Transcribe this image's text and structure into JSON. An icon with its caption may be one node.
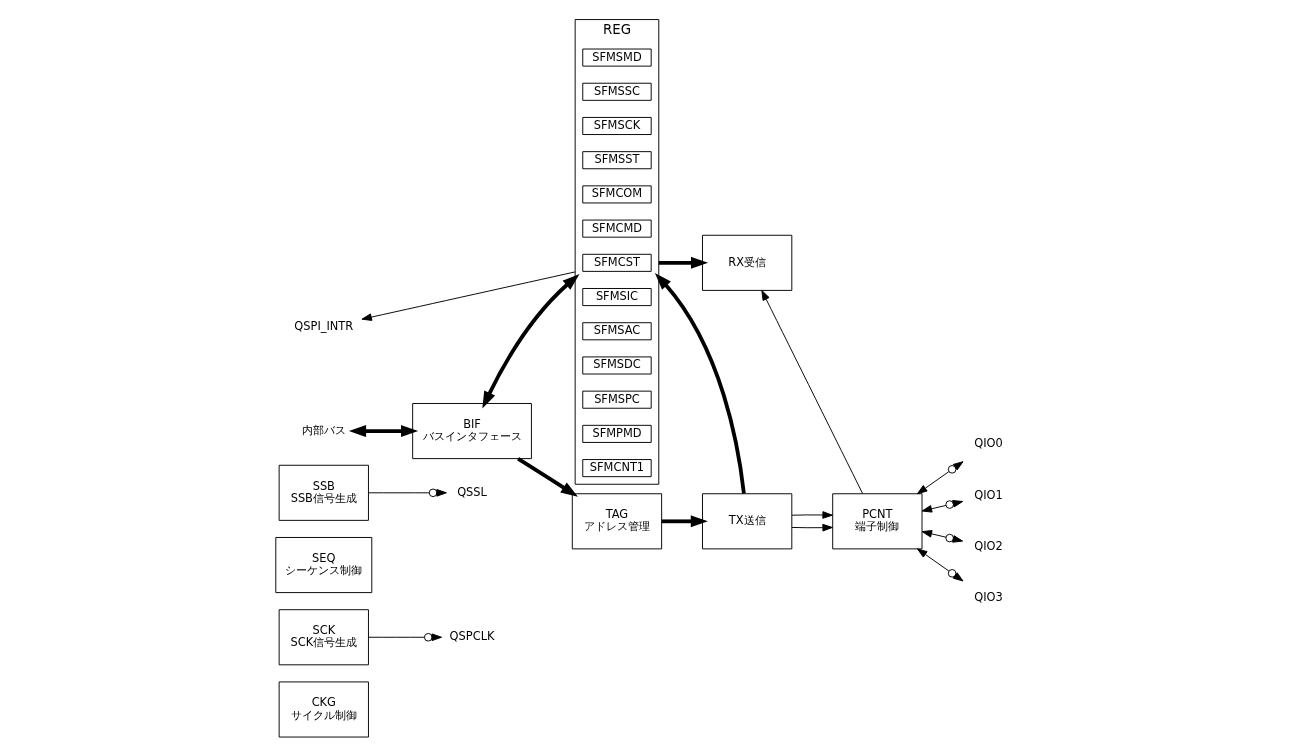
{
  "diagram": {
    "nodes": [
      {
        "text": [
          "CKG",
          "サイクル制御"
        ]
      },
      {
        "text": [
          "SCK",
          "SCK信号生成"
        ]
      },
      {
        "text": [
          "QSPCLK"
        ]
      },
      {
        "text": [
          "SEQ",
          "シーケンス制御"
        ]
      },
      {
        "text": [
          "SSB",
          "SSB信号生成"
        ]
      },
      {
        "text": [
          "QSSL"
        ]
      },
      {
        "text": [
          "QSPI_INTR"
        ]
      },
      {
        "text": [
          "REG"
        ]
      },
      {
        "text": [
          "SFMSMD"
        ],
        "in": 7
      },
      {
        "text": [
          "SFMSSC"
        ],
        "in": 7
      },
      {
        "text": [
          "SFMSCK"
        ],
        "in": 7
      },
      {
        "text": [
          "SFMSST"
        ],
        "in": 7
      },
      {
        "text": [
          "SFMCOM"
        ],
        "in": 7
      },
      {
        "text": [
          "SFMCMD"
        ],
        "in": 7
      },
      {
        "text": [
          "SFMCST"
        ],
        "in": 7
      },
      {
        "text": [
          "SFMSIC"
        ],
        "in": 7
      },
      {
        "text": [
          "SFMSAC"
        ],
        "in": 7
      },
      {
        "text": [
          "SFMSDC"
        ],
        "in": 7
      },
      {
        "text": [
          "SFMSPC"
        ],
        "in": 7
      },
      {
        "text": [
          "SFMPMD"
        ],
        "in": 7
      },
      {
        "text": [
          "SFMCNT1"
        ],
        "in": 7
      },
      {
        "text": [
          "RX受信"
        ]
      },
      {
        "text": [
          "PCNT",
          "端子制御"
        ]
      },
      {
        "text": [
          "QIO0"
        ]
      },
      {
        "text": [
          "QIO1"
        ]
      },
      {
        "text": [
          "QIO2"
        ]
      },
      {
        "text": [
          "QIO3"
        ]
      },
      {
        "text": [
          "内部バス"
        ]
      },
      {
        "text": [
          "BIF",
          "バスインタフェース"
        ]
      },
      {
        "text": [
          "TX送信"
        ]
      },
      {
        "text": [
          "TAG",
          "アドレス管理"
        ]
      }
    ],
    "edges": [
      {
        "from": 1,
        "to": 2,
        "arrow": "to"
      },
      {
        "from": 4,
        "to": 5,
        "arrow": "to"
      },
      {
        "from": 7,
        "to": 6,
        "arrow": "to"
      },
      {
        "from": 7,
        "to": 21,
        "arrow": "to",
        "style": "thick"
      },
      {
        "from": 22,
        "to": 21,
        "arrow": "to"
      },
      {
        "from": 29,
        "to": 7,
        "arrow": "to",
        "style": "thick"
      },
      {
        "from": 29,
        "to": 22,
        "arrow": "to"
      },
      {
        "from": 29,
        "to": 22,
        "arrow": "to"
      },
      {
        "from": 22,
        "to": 23,
        "arrow": "both"
      },
      {
        "from": 22,
        "to": 24,
        "arrow": "both"
      },
      {
        "from": 22,
        "to": 25,
        "arrow": "both"
      },
      {
        "from": 22,
        "to": 26,
        "arrow": "both"
      },
      {
        "from": 27,
        "to": 28,
        "arrow": "both",
        "style": "thick"
      },
      {
        "from": 28,
        "to": 7,
        "arrow": "both",
        "style": "thick"
      },
      {
        "from": 28,
        "to": 30,
        "arrow": "to",
        "style": "thick"
      },
      {
        "from": 30,
        "to": 29,
        "arrow": "to",
        "style": "thick"
      }
    ]
  }
}
